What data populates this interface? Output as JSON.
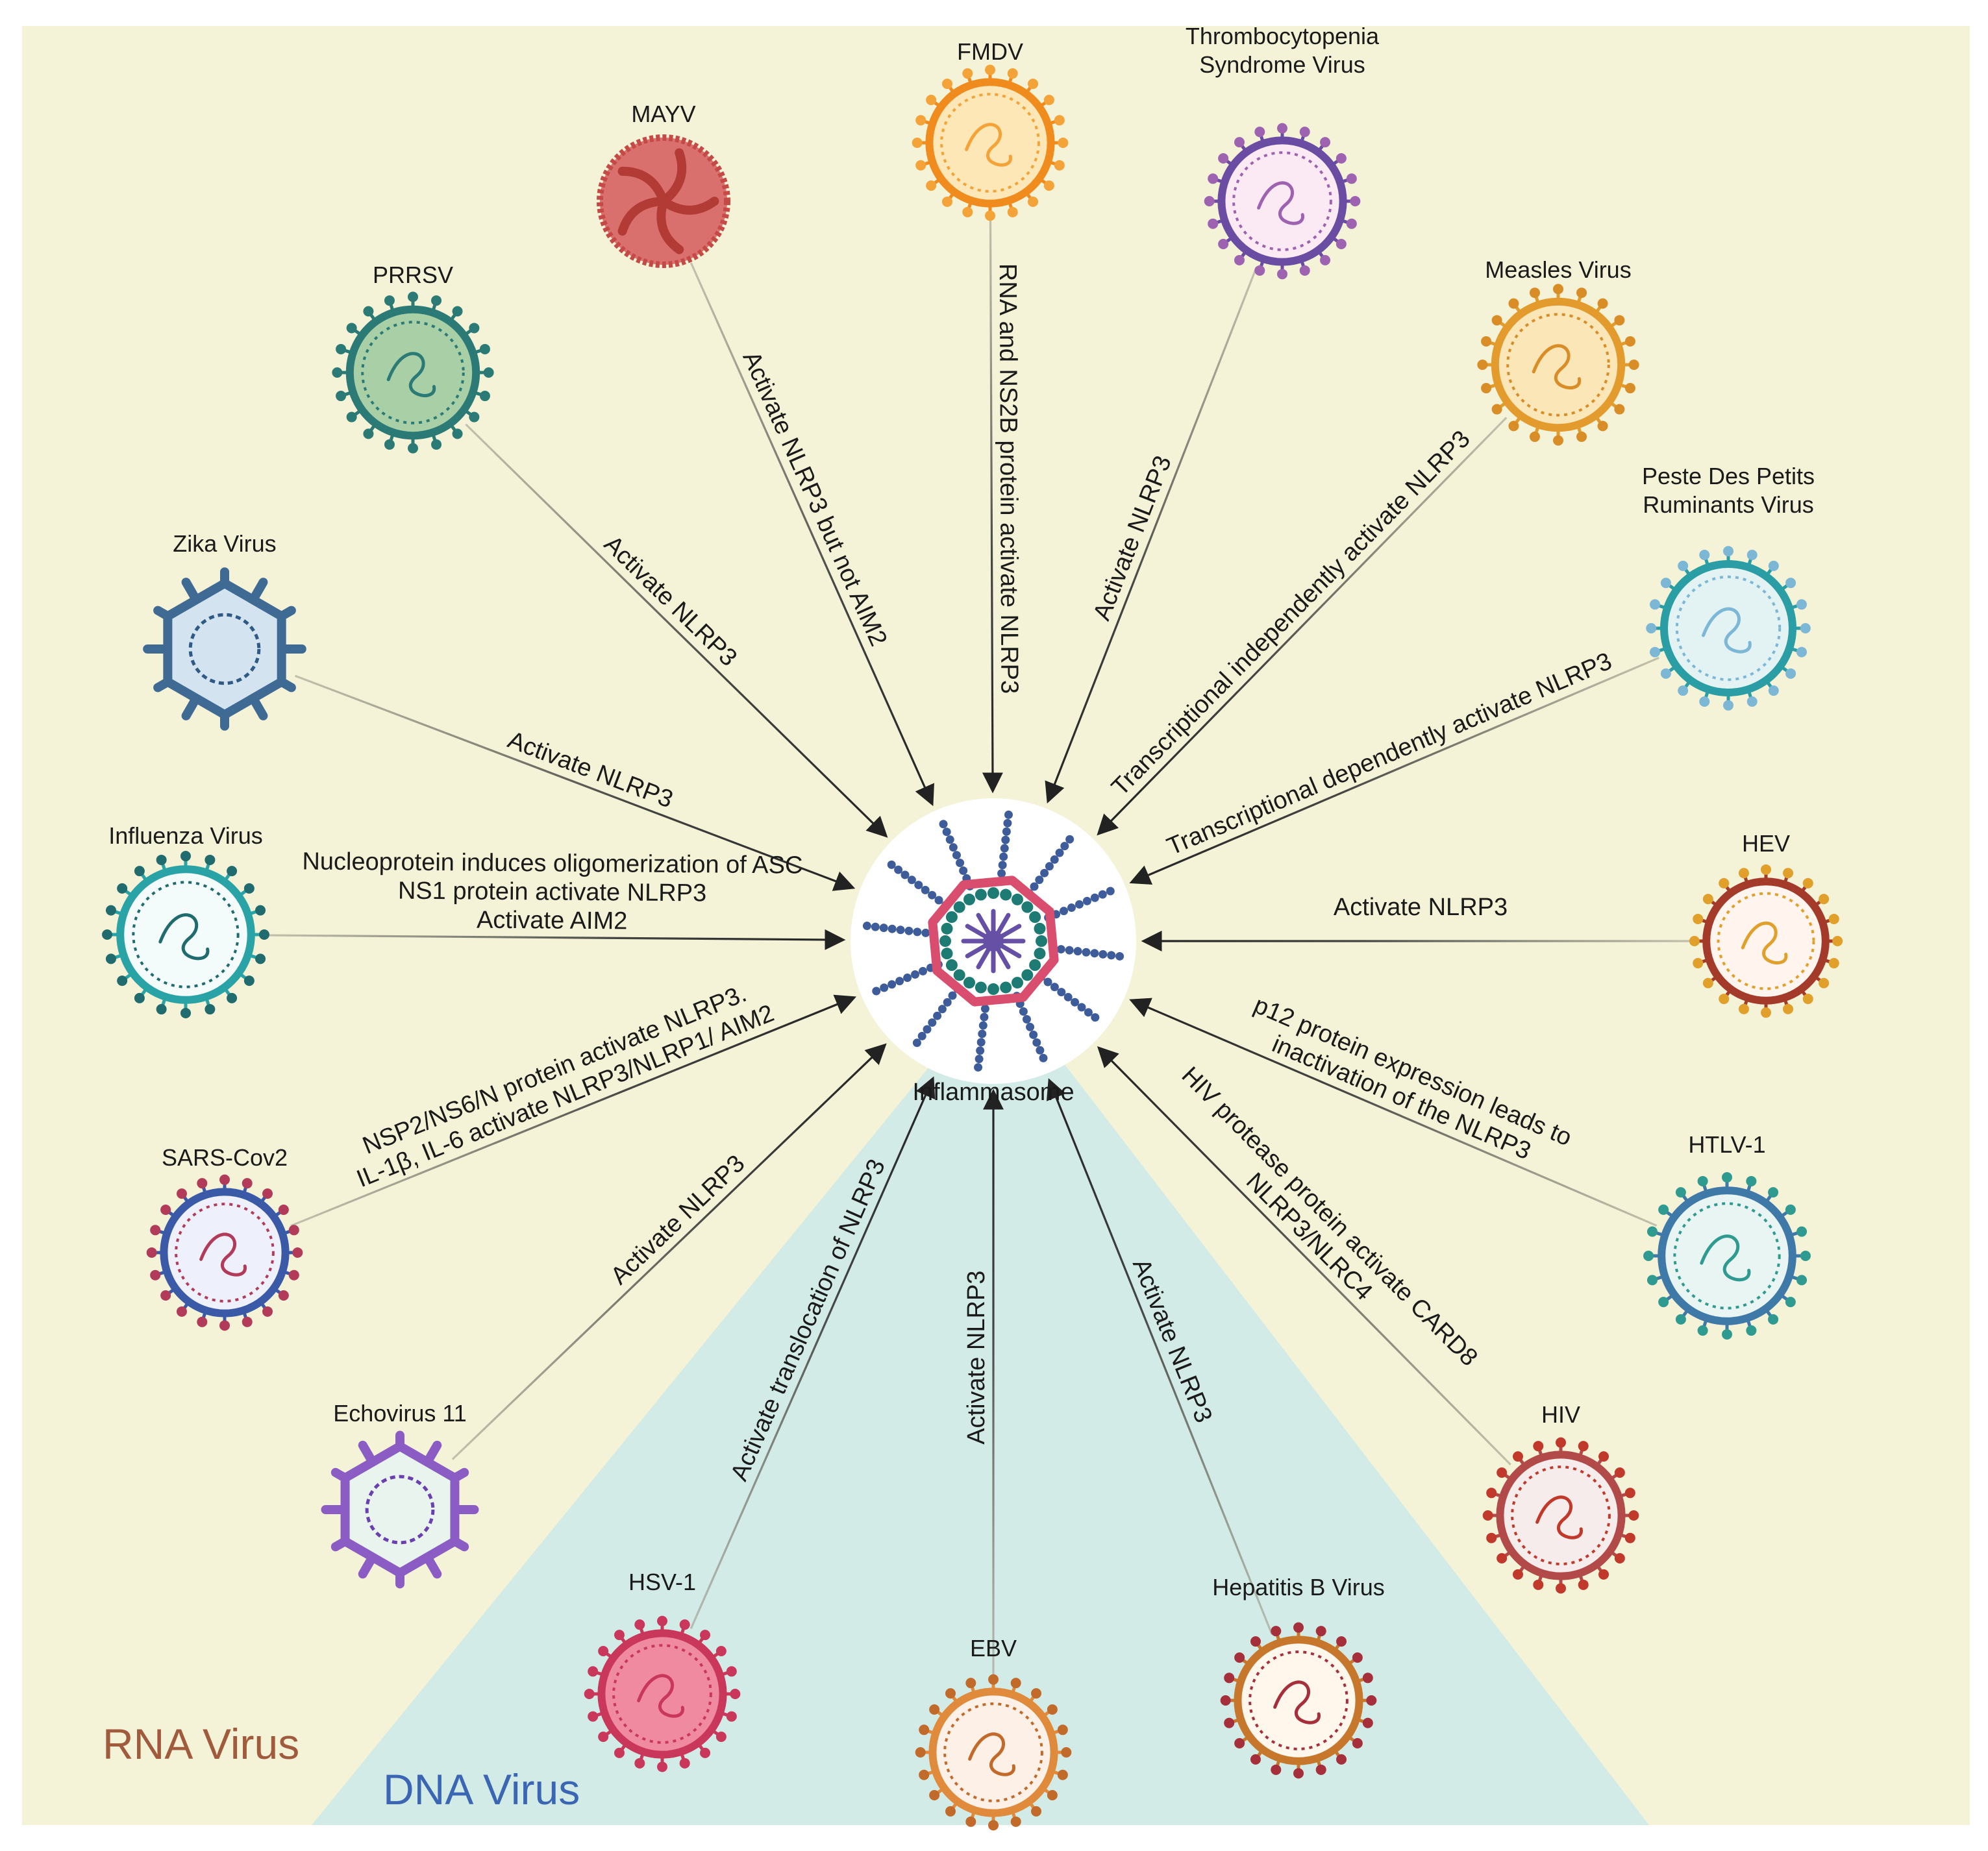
{
  "colors": {
    "rna_background": "#f4f2d7",
    "dna_background": "#d3ebe6",
    "rna_label": "#a05a3c",
    "dna_label": "#3a66b3",
    "arrow": "#222222",
    "hub_rod": "#3d5c99",
    "hub_ring": "#1e7b73",
    "hub_frame": "#d94d6e",
    "hub_core": "#6650a5"
  },
  "regions": {
    "rna": "RNA Virus",
    "dna": "DNA Virus"
  },
  "hub": {
    "label": "Inflammasome"
  },
  "viruses": [
    {
      "id": "fmdv",
      "name_lines": [
        "FMDV"
      ],
      "effect_lines": [
        "RNA and NS2B protein activate NLRP3"
      ],
      "icon": "fmdv-icon",
      "fill": "#fde7b7",
      "stroke": "#f08c1e",
      "accent": "#f4a338",
      "style": "spiked"
    },
    {
      "id": "mayv",
      "name_lines": [
        "MAYV"
      ],
      "effect_lines": [
        "Activate NLRP3 but not AIM2"
      ],
      "icon": "mayv-icon",
      "fill": "#d9706d",
      "stroke": "#c54945",
      "accent": "#b33b36",
      "style": "rough"
    },
    {
      "id": "sftsv",
      "name_lines": [
        "Thrombocytopenia",
        "Syndrome Virus"
      ],
      "effect_lines": [
        "Activate NLRP3"
      ],
      "icon": "sftsv-icon",
      "fill": "#fbeaf3",
      "stroke": "#6a4ca3",
      "accent": "#9d63b0",
      "style": "spiked"
    },
    {
      "id": "prrsv",
      "name_lines": [
        "PRRSV"
      ],
      "effect_lines": [
        "Activate NLRP3"
      ],
      "icon": "prrsv-icon",
      "fill": "#a8cfa6",
      "stroke": "#2b7a75",
      "accent": "#2b7a75",
      "style": "spiked"
    },
    {
      "id": "measles",
      "name_lines": [
        "Measles Virus"
      ],
      "effect_lines": [
        "Transcriptional independently activate NLRP3"
      ],
      "icon": "measles-icon",
      "fill": "#fbe6b8",
      "stroke": "#e49b2e",
      "accent": "#d98d27",
      "style": "spiked"
    },
    {
      "id": "zika",
      "name_lines": [
        "Zika Virus"
      ],
      "effect_lines": [
        "Activate NLRP3"
      ],
      "icon": "zika-icon",
      "fill": "#d3e3ef",
      "stroke": "#3e6a94",
      "accent": "#2f5a86",
      "style": "hex"
    },
    {
      "id": "pprv",
      "name_lines": [
        "Peste Des Petits",
        "Ruminants Virus"
      ],
      "effect_lines": [
        "Transcriptional dependently activate NLRP3"
      ],
      "icon": "pprv-icon",
      "fill": "#e3f3f4",
      "stroke": "#2a9ea4",
      "accent": "#7db7d6",
      "style": "spiked"
    },
    {
      "id": "influenza",
      "name_lines": [
        "Influenza Virus"
      ],
      "effect_lines": [
        "Nucleoprotein induces oligomerization of ASC",
        "NS1 protein activate NLRP3",
        "Activate AIM2"
      ],
      "icon": "influenza-icon",
      "fill": "#f4fbfb",
      "stroke": "#2aa3a6",
      "accent": "#1f6b6e",
      "style": "spiked"
    },
    {
      "id": "hev",
      "name_lines": [
        "HEV"
      ],
      "effect_lines": [
        "Activate NLRP3"
      ],
      "icon": "hev-icon",
      "fill": "#fff4ee",
      "stroke": "#a33a2a",
      "accent": "#e0a02a",
      "style": "spiked"
    },
    {
      "id": "sarscov2",
      "name_lines": [
        "SARS-Cov2"
      ],
      "effect_lines": [
        "NSP2/NS6/N protein activate NLRP3.",
        "IL-1β, IL-6 activate NLRP3/NLRP1/ AIM2"
      ],
      "icon": "sars-cov2-icon",
      "fill": "#eef1fb",
      "stroke": "#3a5aa8",
      "accent": "#b33b5a",
      "style": "spiked"
    },
    {
      "id": "htlv1",
      "name_lines": [
        "HTLV-1"
      ],
      "effect_lines": [
        "p12 protein expression leads to",
        "inactivation of the NLRP3"
      ],
      "icon": "htlv1-icon",
      "fill": "#e9f5f3",
      "stroke": "#3f79a8",
      "accent": "#2f9a8f",
      "style": "spiked"
    },
    {
      "id": "echo11",
      "name_lines": [
        "Echovirus 11"
      ],
      "effect_lines": [
        "Activate NLRP3"
      ],
      "icon": "echovirus-11-icon",
      "fill": "#e9f4ee",
      "stroke": "#8a5cc4",
      "accent": "#6a3fb0",
      "style": "hex"
    },
    {
      "id": "hiv",
      "name_lines": [
        "HIV"
      ],
      "effect_lines": [
        "HIV protease protein activate CARD8",
        "NLRP3/NLRC4"
      ],
      "icon": "hiv-icon",
      "fill": "#f7ecec",
      "stroke": "#b24a4a",
      "accent": "#c0392b",
      "style": "spiked"
    },
    {
      "id": "hsv1",
      "name_lines": [
        "HSV-1"
      ],
      "effect_lines": [
        "Activate translocation of NLRP3"
      ],
      "icon": "hsv1-icon",
      "fill": "#f08aa0",
      "stroke": "#c9385a",
      "accent": "#c9385a",
      "style": "spiked"
    },
    {
      "id": "ebv",
      "name_lines": [
        "EBV"
      ],
      "effect_lines": [
        "Activate NLRP3"
      ],
      "icon": "ebv-icon",
      "fill": "#fdf0e6",
      "stroke": "#e08a3c",
      "accent": "#c26a2a",
      "style": "spiked"
    },
    {
      "id": "hbv",
      "name_lines": [
        "Hepatitis B Virus"
      ],
      "effect_lines": [
        "Activate NLRP3"
      ],
      "icon": "hepatitis-b-icon",
      "fill": "#fff6ec",
      "stroke": "#c7772c",
      "accent": "#a52f3a",
      "style": "spiked"
    }
  ]
}
